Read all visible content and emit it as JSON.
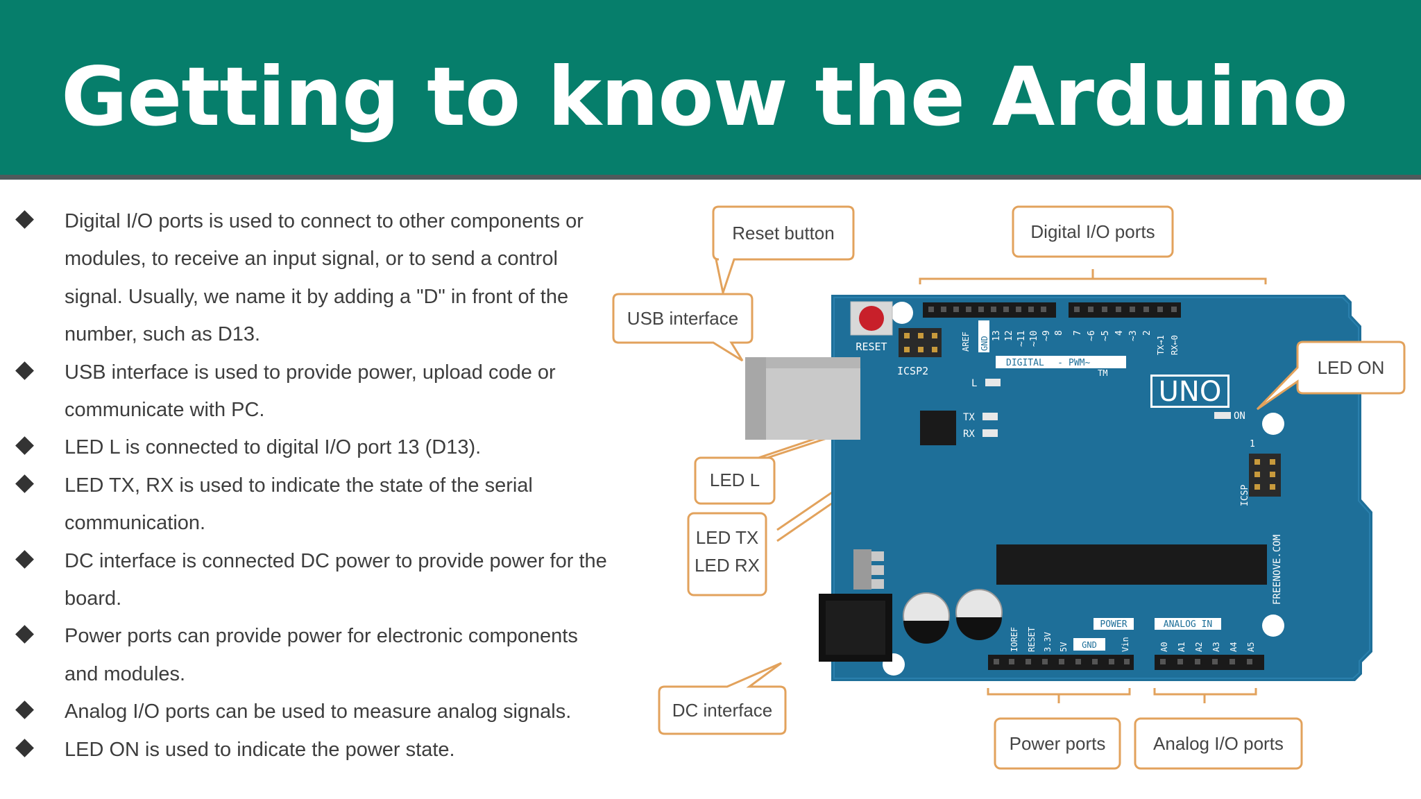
{
  "header": {
    "title": "Getting to know the Arduino",
    "background_color": "#067e6b"
  },
  "bullets": [
    {
      "icon": "diamond-bullet-icon",
      "text": "Digital I/O ports is used to connect to other components or modules, to receive an input signal, or to send a control signal. Usually, we name it by adding a \"D\" in front of the number, such as D13."
    },
    {
      "icon": "diamond-bullet-icon",
      "text": "USB interface is used to provide power, upload code or communicate with PC."
    },
    {
      "icon": "diamond-bullet-icon",
      "text": "LED L is connected to digital I/O port 13 (D13)."
    },
    {
      "icon": "diamond-bullet-icon",
      "text": "LED TX, RX is used to indicate the state of the serial communication."
    },
    {
      "icon": "diamond-bullet-icon",
      "text": "DC interface is connected DC power to provide power for the board."
    },
    {
      "icon": "diamond-bullet-icon",
      "text": "Power ports can provide power for electronic components and modules."
    },
    {
      "icon": "diamond-bullet-icon",
      "text": "Analog I/O ports can be used to measure analog signals."
    },
    {
      "icon": "diamond-bullet-icon",
      "text": "LED ON is used to indicate the power state."
    }
  ],
  "diagram": {
    "colors": {
      "board": "#1e6f99",
      "callout_border": "#e2a25c",
      "reset_red": "#c8202a"
    },
    "callouts": {
      "reset_button": "Reset button",
      "digital_io": "Digital I/O ports",
      "usb_interface": "USB interface",
      "led_on": "LED ON",
      "led_l": "LED L",
      "led_tx": "LED TX",
      "led_rx": "LED RX",
      "dc_interface": "DC interface",
      "power_ports": "Power ports",
      "analog_io": "Analog I/O ports"
    },
    "board_labels": {
      "reset": "RESET",
      "icsp2": "ICSP2",
      "aref": "AREF",
      "gnd": "GND",
      "digital": "DIGITAL",
      "pwm": "PWM~",
      "tm": "TM",
      "uno": "UNO",
      "on": "ON",
      "l": "L",
      "tx": "TX",
      "rx": "RX",
      "icsp": "ICSP",
      "icsp_pin": "1",
      "freenove": "FREENOVE.COM",
      "power": "POWER",
      "analog_in": "ANALOG IN",
      "power_gnd": "GND",
      "digital_pins": [
        "13",
        "12",
        "~11",
        "~10",
        "~9",
        "8",
        "7",
        "~6",
        "~5",
        "4",
        "~3",
        "2",
        "TX→1",
        "RX←0"
      ],
      "power_pins": [
        "IOREF",
        "RESET",
        "3.3V",
        "5V",
        "Vin"
      ],
      "analog_pins": [
        "A0",
        "A1",
        "A2",
        "A3",
        "A4",
        "A5"
      ]
    }
  }
}
